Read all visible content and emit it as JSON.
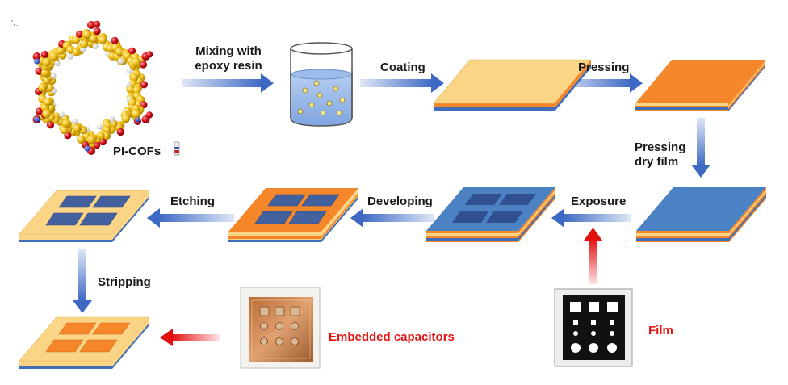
{
  "corner_mark": "⠡.",
  "labels": {
    "pi_cofs": "PI-COFs",
    "mixing_line1": "Mixing with",
    "mixing_line2": "epoxy resin",
    "coating": "Coating",
    "pressing": "Pressing",
    "pressing_dry_line1": "Pressing",
    "pressing_dry_line2": "dry film",
    "exposure": "Exposure",
    "developing": "Developing",
    "etching": "Etching",
    "stripping": "Stripping",
    "film": "Film",
    "embedded_capacitors": "Embedded capacitors"
  },
  "colors": {
    "text": "#1a1a1a",
    "red_text": "#e31414",
    "arrow_blue": "#3d68c4",
    "arrow_red": "#e31010",
    "dielectric_yellow": "#fbd586",
    "copper_orange": "#f5862a",
    "film_blue": "#4b82c3",
    "pattern_blue": "#3f5fa8",
    "cof_yellow": "#f2c21b",
    "oxygen_red": "#d8141c"
  }
}
